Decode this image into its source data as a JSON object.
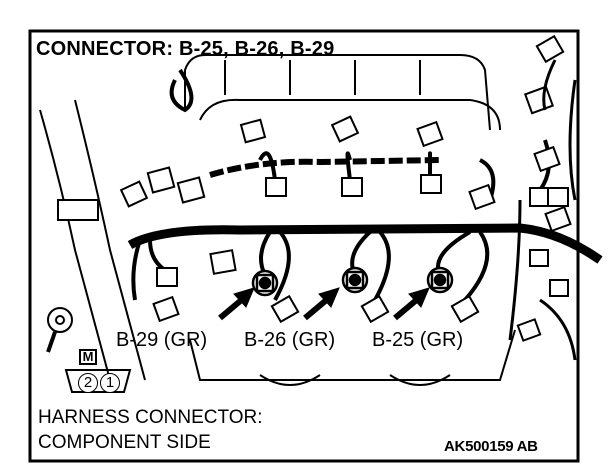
{
  "title": "CONNECTOR: B-25, B-26, B-29",
  "connector_labels": [
    "B-29 (GR)",
    "B-26 (GR)",
    "B-25 (GR)"
  ],
  "badge": "M",
  "pins": [
    "2",
    "1"
  ],
  "footer_line1": "HARNESS CONNECTOR:",
  "footer_line2": "COMPONENT SIDE",
  "figure_code": "AK500159 AB"
}
